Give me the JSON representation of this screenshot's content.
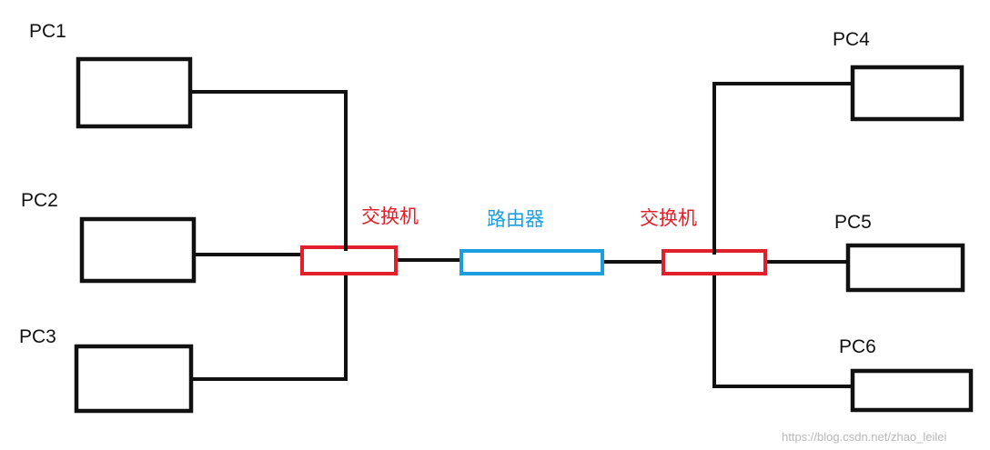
{
  "pcs": [
    {
      "label": "PC1"
    },
    {
      "label": "PC2"
    },
    {
      "label": "PC3"
    },
    {
      "label": "PC4"
    },
    {
      "label": "PC5"
    },
    {
      "label": "PC6"
    }
  ],
  "switches": [
    {
      "label": "交换机"
    },
    {
      "label": "交换机"
    }
  ],
  "router": {
    "label": "路由器"
  },
  "watermark": "https://blog.csdn.net/zhao_leilei",
  "colors": {
    "switch": "#e0202b",
    "router": "#1a9ee0",
    "line": "#111111"
  }
}
